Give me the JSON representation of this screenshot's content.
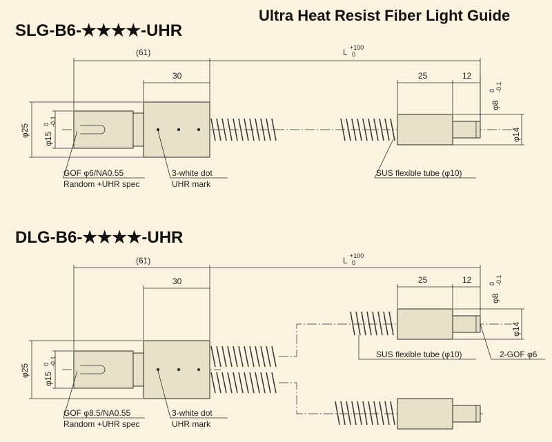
{
  "banner": "Ultra Heat Resist Fiber Light Guide",
  "slg": {
    "title": "SLG-B6-★★★★-UHR",
    "dim_61": "(61)",
    "dim_30": "30",
    "dim_L": "L",
    "dim_L_tol_upper": "+100",
    "dim_L_tol_lower": "0",
    "dim_25": "25",
    "dim_12": "12",
    "phi25": "φ25",
    "phi15": "φ15",
    "phi15_tol": "0",
    "phi15_tol_lower": "-0.1",
    "phi8": "φ8",
    "phi8_tol": "0",
    "phi8_tol_lower": "-0.1",
    "phi14": "φ14",
    "gof_line1": "GOF φ6/NA0.55",
    "gof_line2": "Random +UHR spec",
    "dot_line1": "3-white dot",
    "dot_line2": "UHR mark",
    "sus": "SUS flexible tube (φ10)"
  },
  "dlg": {
    "title": "DLG-B6-★★★★-UHR",
    "dim_61": "(61)",
    "dim_30": "30",
    "dim_L": "L",
    "dim_L_tol_upper": "+100",
    "dim_L_tol_lower": "0",
    "dim_25": "25",
    "dim_12": "12",
    "phi25": "φ25",
    "phi15": "φ15",
    "phi15_tol": "0",
    "phi15_tol_lower": "-0.1",
    "phi8": "φ8",
    "phi8_tol": "0",
    "phi8_tol_lower": "-0.1",
    "phi14": "φ14",
    "gof_line1": "GOF φ8.5/NA0.55",
    "gof_line2": "Random +UHR spec",
    "dot_line1": "3-white dot",
    "dot_line2": "UHR mark",
    "sus": "SUS flexible tube (φ10)",
    "gof2": "2-GOF φ6"
  },
  "colors": {
    "background": "#fbf3df",
    "part_fill": "#e9e0c9",
    "line": "#2a2a2a"
  }
}
